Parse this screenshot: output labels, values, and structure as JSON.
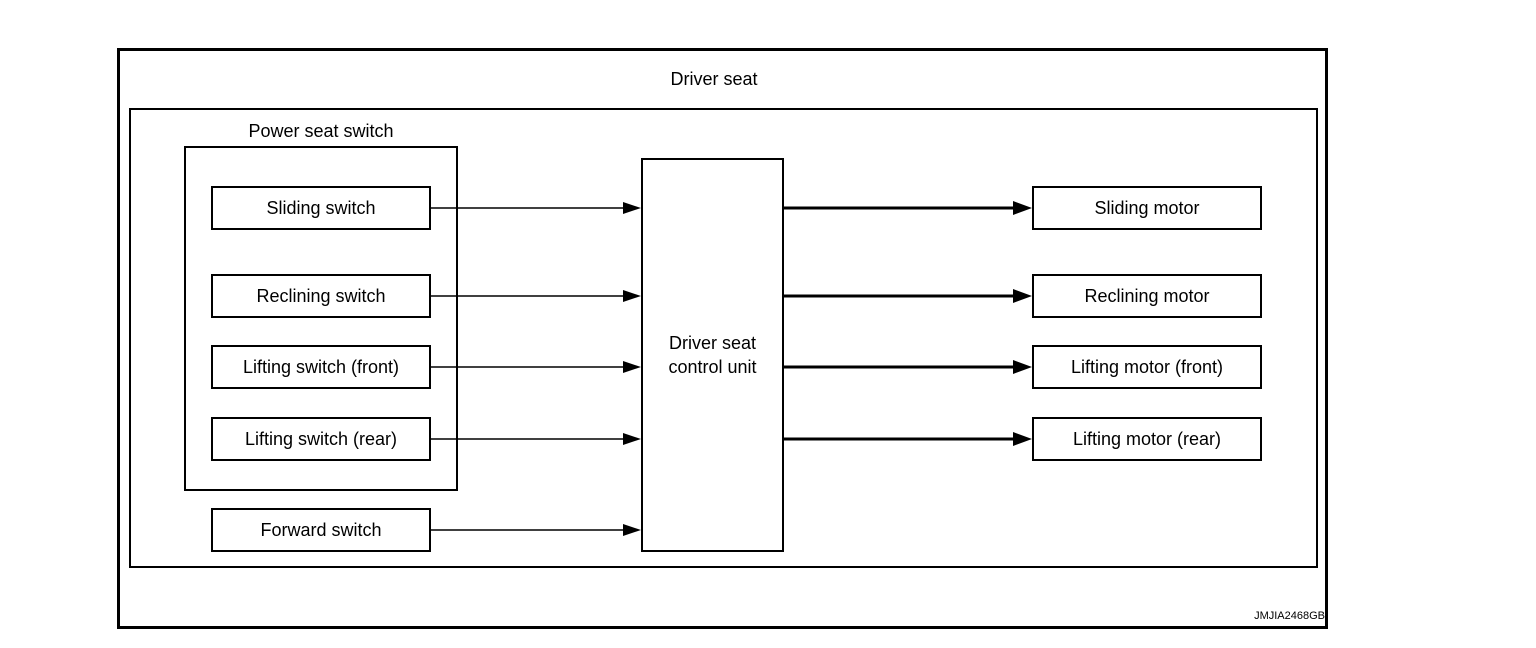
{
  "diagram": {
    "title": "Driver seat",
    "switch_group_label": "Power seat switch",
    "switches": [
      "Sliding switch",
      "Reclining switch",
      "Lifting switch (front)",
      "Lifting switch (rear)"
    ],
    "forward_switch": "Forward switch",
    "control_unit": {
      "line1": "Driver seat",
      "line2": "control unit"
    },
    "motors": [
      "Sliding motor",
      "Reclining motor",
      "Lifting motor (front)",
      "Lifting motor (rear)"
    ],
    "figure_code": "JMJIA2468GB"
  }
}
